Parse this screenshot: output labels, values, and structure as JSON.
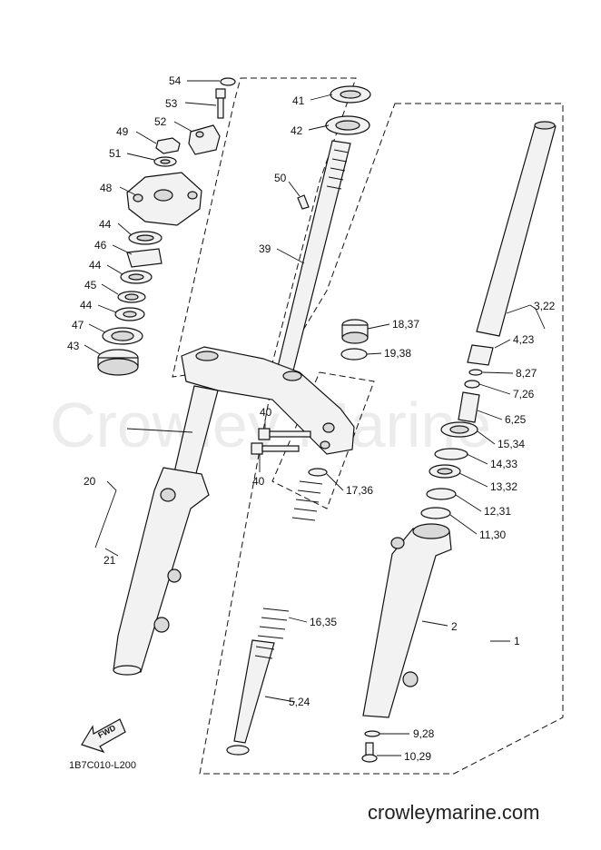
{
  "diagram": {
    "watermark": "Crowley Marine",
    "footer_site": "crowleymarine.com",
    "drawing_code": "1B7C010-L200",
    "fwd_label": "FWD",
    "callouts": {
      "c54": "54",
      "c53": "53",
      "c52": "52",
      "c49": "49",
      "c51": "51",
      "c48": "48",
      "c44a": "44",
      "c46": "46",
      "c44b": "44",
      "c45": "45",
      "c44c": "44",
      "c47": "47",
      "c43": "43",
      "c41": "41",
      "c42": "42",
      "c50": "50",
      "c39": "39",
      "c18": "18,37",
      "c19": "19,38",
      "c40a": "40",
      "c40b": "40",
      "c17": "17,36",
      "c20": "20",
      "c21": "21",
      "c16": "16,35",
      "c5": "5,24",
      "c3": "3,22",
      "c4": "4,23",
      "c8": "8,27",
      "c7": "7,26",
      "c6": "6,25",
      "c15": "15,34",
      "c14": "14,33",
      "c13": "13,32",
      "c12": "12,31",
      "c11": "11,30",
      "c2": "2",
      "c1": "1",
      "c9": "9,28",
      "c10": "10,29"
    }
  }
}
